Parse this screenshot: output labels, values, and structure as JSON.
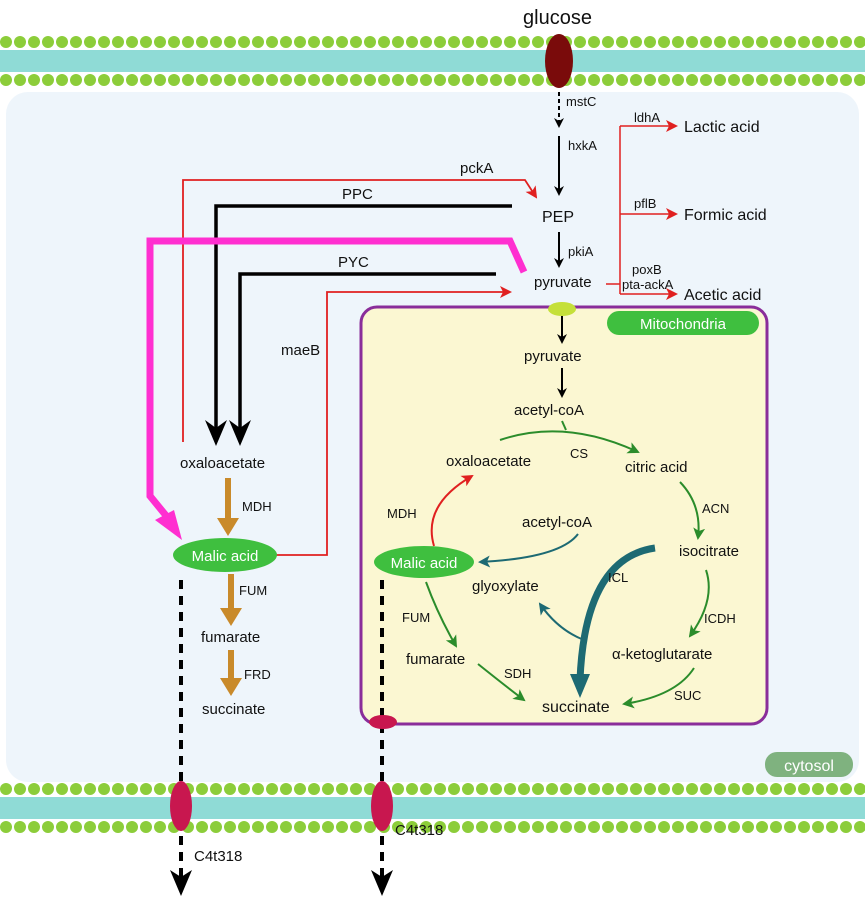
{
  "colors": {
    "membrane_head": "#8ccd3a",
    "membrane_core": "#8fdbd6",
    "cytosol_bg": "#eef5fb",
    "mito_fill": "#fbf7d2",
    "mito_border": "#8a2d9a",
    "transporter": "#c8174f",
    "glucose_transporter": "#7a0b0b",
    "red_arrow": "#e02020",
    "magenta_arrow": "#ff2fd0",
    "brown_arrow": "#c98a2a",
    "green_arrow": "#2b8c2b",
    "teal_arrow": "#1d6a73",
    "badge_green": "#3fbf3f",
    "cytosol_badge": "#7fb27f"
  },
  "labels": {
    "glucose": "glucose",
    "mstC": "mstC",
    "hxkA": "hxkA",
    "pckA": "pckA",
    "PPC": "PPC",
    "PEP": "PEP",
    "pkiA": "pkiA",
    "PYC": "PYC",
    "pyruvate": "pyruvate",
    "maeB": "maeB",
    "ldhA": "ldhA",
    "lactic": "Lactic acid",
    "pflB": "pflB",
    "formic": "Formic acid",
    "poxB": "poxB",
    "pta": "pta-ackA",
    "acetic": "Acetic acid",
    "mitochondria": "Mitochondria",
    "cytosol": "cytosol",
    "oxaloacetate_cyto": "oxaloacetate",
    "MDH_cyto": "MDH",
    "malic_cyto": "Malic acid",
    "FUM_cyto": "FUM",
    "fumarate_cyto": "fumarate",
    "FRD": "FRD",
    "succinate_cyto": "succinate",
    "c4t_left": "C4t318",
    "c4t_right": "C4t318",
    "m_pyruvate": "pyruvate",
    "m_acetylcoa": "acetyl-coA",
    "m_CS": "CS",
    "m_oxaloacetate": "oxaloacetate",
    "m_citric": "citric acid",
    "m_MDH": "MDH",
    "m_acetylcoa2": "acetyl-coA",
    "m_ACN": "ACN",
    "m_malic": "Malic acid",
    "m_isocitrate": "isocitrate",
    "m_glyoxylate": "glyoxylate",
    "m_ICL": "ICL",
    "m_FUM": "FUM",
    "m_ICDH": "ICDH",
    "m_fumarate": "fumarate",
    "m_akg": "α-ketoglutarate",
    "m_SDH": "SDH",
    "m_SUC": "SUC",
    "m_succinate": "succinate"
  }
}
